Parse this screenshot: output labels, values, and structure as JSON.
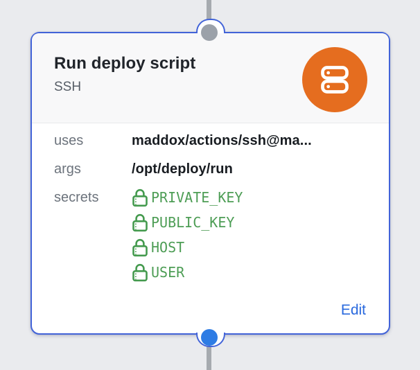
{
  "node": {
    "title": "Run deploy script",
    "subtitle": "SSH",
    "icon": "server-icon",
    "fields": [
      {
        "label": "uses",
        "value": "maddox/actions/ssh@ma..."
      },
      {
        "label": "args",
        "value": "/opt/deploy/run"
      }
    ],
    "secrets_label": "secrets",
    "secrets": [
      "PRIVATE_KEY",
      "PUBLIC_KEY",
      "HOST",
      "USER"
    ],
    "footer": {
      "edit_label": "Edit"
    },
    "colors": {
      "card_border": "#4263d8",
      "accent_orange": "#e56d1f",
      "secret_green": "#4d9d55",
      "edit_blue": "#2969de",
      "input_port_gray": "#9ba1a9",
      "output_port_blue": "#2e7ce4",
      "edge_gray": "#a6aaaf"
    }
  }
}
